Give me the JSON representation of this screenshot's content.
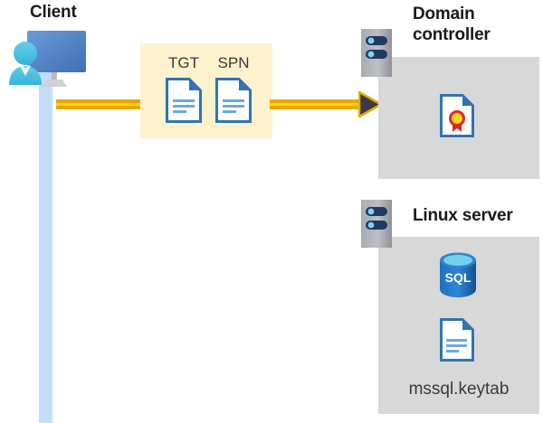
{
  "diagram": {
    "title_client": "Client",
    "title_domain_controller": "Domain\ncontroller",
    "title_linux_server": "Linux server",
    "message_labels": [
      "TGT",
      "SPN"
    ],
    "keytab_filename": "mssql.keytab",
    "sql_icon_text": "SQL",
    "colors": {
      "lifeline": "#c2dcfb",
      "message_box": "#fdf2cd",
      "panel": "#d8d8d8",
      "arrow_outer": "#e8a800",
      "arrow_inner": "#ffd21e",
      "arrow_head": "#3b3b43",
      "document_blue": "#3f87d6",
      "server_navy": "#1f3864",
      "sql_blue": "#1b6ec2",
      "seal_red": "#d92b2b",
      "seal_yellow": "#ffd21e",
      "title_text": "#1a1a1a"
    }
  }
}
